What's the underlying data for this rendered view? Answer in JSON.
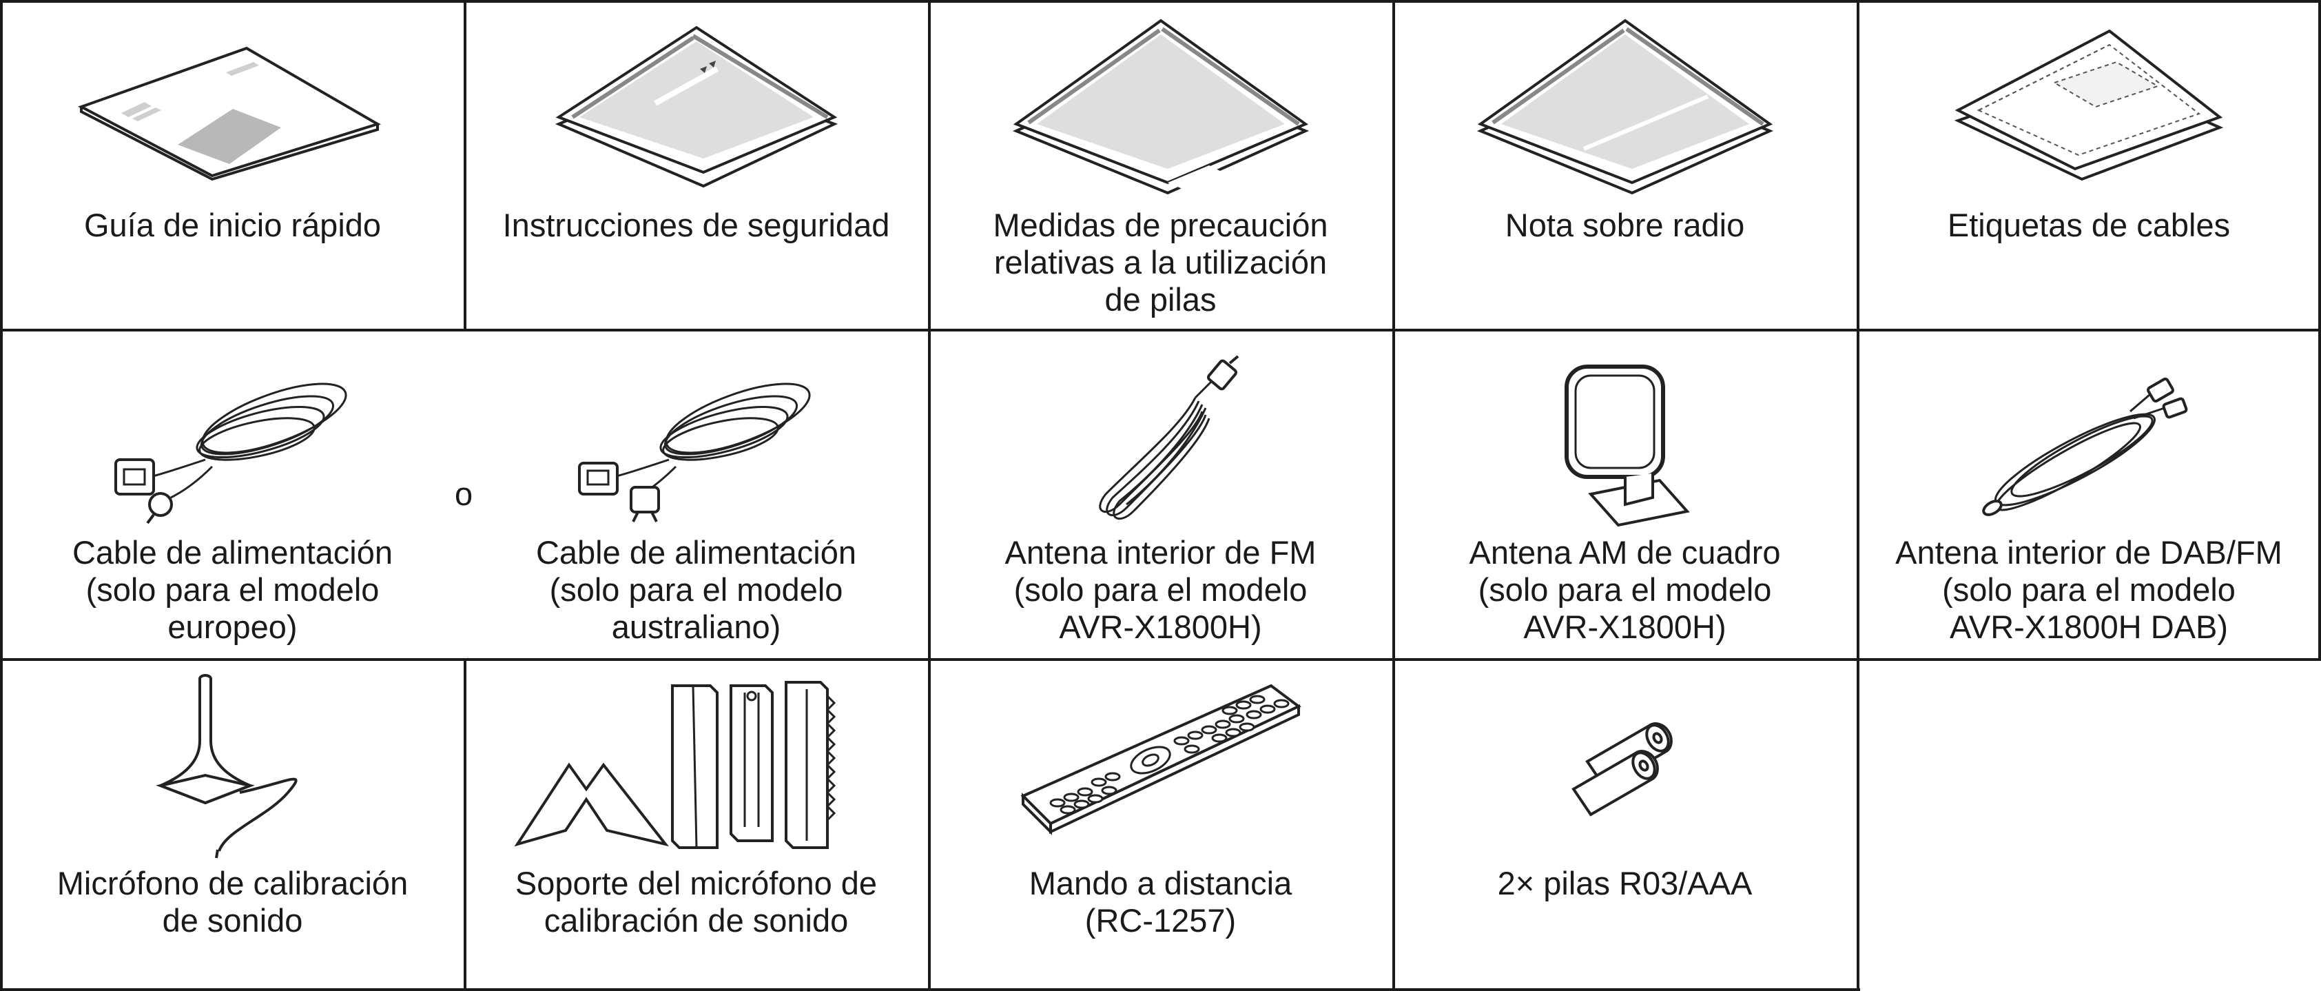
{
  "items": [
    {
      "label": "Guía de inicio rápido",
      "icon": "quick-start-guide-icon"
    },
    {
      "label": "Instrucciones de seguridad",
      "icon": "safety-instructions-icon"
    },
    {
      "label": "Medidas de precaución\nrelativas a la utilización\nde pilas",
      "icon": "battery-precautions-icon"
    },
    {
      "label": "Nota sobre radio",
      "icon": "radio-note-icon"
    },
    {
      "label": "Etiquetas de cables",
      "icon": "cable-labels-icon"
    },
    {
      "label": "Cable de alimentación\n(solo para el modelo\neuropeo)",
      "icon": "eu-power-cord-icon"
    },
    {
      "label": "Cable de alimentación\n(solo para el modelo\naustraliano)",
      "icon": "au-power-cord-icon"
    },
    {
      "label": "Antena interior de FM\n(solo para el modelo\nAVR-X1800H)",
      "icon": "fm-antenna-icon"
    },
    {
      "label": "Antena AM de cuadro\n(solo para el modelo\nAVR-X1800H)",
      "icon": "am-loop-antenna-icon"
    },
    {
      "label": "Antena interior de DAB/FM\n(solo para el modelo\nAVR-X1800H DAB)",
      "icon": "dab-fm-antenna-icon"
    },
    {
      "label": "Micrófono de calibración\nde sonido",
      "icon": "calibration-microphone-icon"
    },
    {
      "label": "Soporte del micrófono de\ncalibración de sonido",
      "icon": "microphone-stand-icon"
    },
    {
      "label": "Mando a distancia\n(RC-1257)",
      "icon": "remote-control-icon"
    },
    {
      "label": "2× pilas R03/AAA",
      "icon": "aaa-batteries-icon"
    }
  ],
  "separator": "o"
}
